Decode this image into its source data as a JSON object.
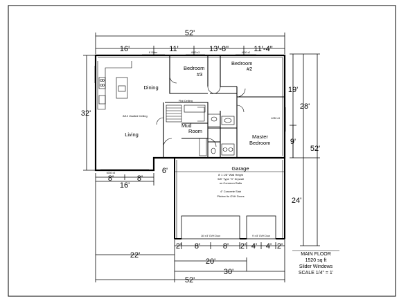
{
  "plan": {
    "dims_top": [
      "52'",
      "16'",
      "11'",
      "13'-8\"",
      "11'-4\""
    ],
    "dims_right": [
      "19'",
      "28'",
      "9'",
      "52'",
      "24'"
    ],
    "dims_left": [
      "32'",
      "6'",
      "8'",
      "8'",
      "16'"
    ],
    "dims_bottom": [
      "2'",
      "8'",
      "8'",
      "2'",
      "4'",
      "4'",
      "2'",
      "22'",
      "20'",
      "30'",
      "52'"
    ],
    "rooms": {
      "bedroom3": "Bedroom #3",
      "bedroom2": "Bedroom #2",
      "dining": "Dining",
      "living": "Living",
      "mud_room": "Mud Room",
      "master": "Master Bedroom",
      "garage": "Garage"
    },
    "annotations": {
      "vaulted": "8/12 Vaulted Ceiling",
      "flat_ceiling": "Flat Ceiling",
      "garage_wall": "8' 1 1/8\" Wall Height",
      "drywall": "5/8\" Type \"X\" Drywall",
      "rafters": "on Common Rafts",
      "slab": "4\" Concrete Slab",
      "pitched": "Pitched to OVH Doors",
      "ovh_door_1": "16' x 8' OVH Door",
      "ovh_door_2": "9' x 8' OVH Door",
      "win_1": "6' Slider",
      "win_2": "4030 x3",
      "win_3": "4030 x2",
      "win_4": "4030 x3",
      "win_5": "6030 x3"
    },
    "caption": {
      "line1": "MAIN FLOOR",
      "line2": "1520 sq ft",
      "line3": "Slider Windows",
      "line4": "SCALE 1/4\" = 1'"
    }
  }
}
